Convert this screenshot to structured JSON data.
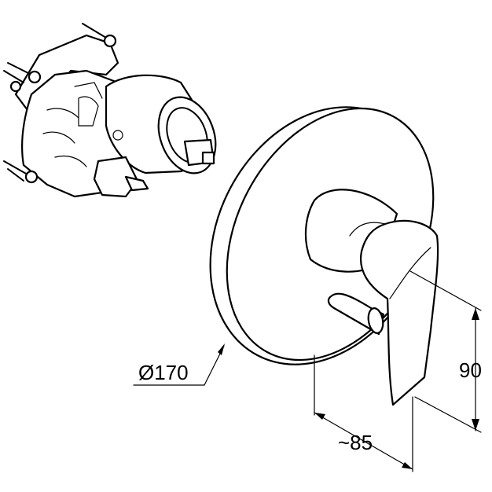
{
  "dimensions": {
    "diameter_label": "Ø170",
    "depth_label": "~85",
    "height_label": "90"
  }
}
